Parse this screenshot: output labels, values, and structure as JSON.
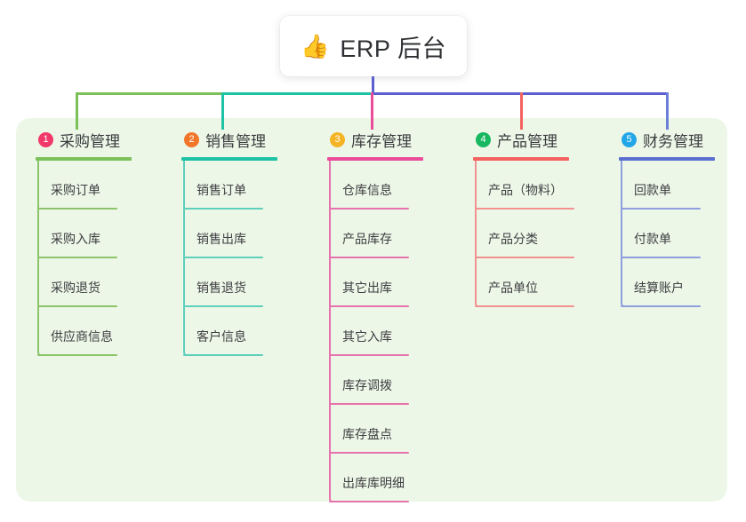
{
  "diagram": {
    "type": "mindmap",
    "root": {
      "icon": "thumbs-up-icon",
      "icon_glyph": "👍",
      "title": "ERP 后台"
    },
    "palette": {
      "panel_bg": "#edf7e8",
      "root_text": "#2f3033",
      "bus_green": "#7cc05a",
      "bus_teal": "#1ec2a4",
      "bus_indigo": "#5b5fd0"
    },
    "columns": [
      {
        "number": "1",
        "title": "采购管理",
        "badge_color": "#f0396a",
        "rule_color": "#7cc05a",
        "line_color": "#8cc46a",
        "items": [
          "采购订单",
          "采购入库",
          "采购退货",
          "供应商信息"
        ]
      },
      {
        "number": "2",
        "title": "销售管理",
        "badge_color": "#f2762a",
        "rule_color": "#1ec2a4",
        "line_color": "#5ecfbb",
        "items": [
          "销售订单",
          "销售出库",
          "销售退货",
          "客户信息"
        ]
      },
      {
        "number": "3",
        "title": "库存管理",
        "badge_color": "#f5b425",
        "rule_color": "#ea4c9a",
        "line_color": "#e673ad",
        "items": [
          "仓库信息",
          "产品库存",
          "其它出库",
          "其它入库",
          "库存调拨",
          "库存盘点",
          "出库库明细"
        ]
      },
      {
        "number": "4",
        "title": "产品管理",
        "badge_color": "#17b860",
        "rule_color": "#f4625f",
        "line_color": "#f29290",
        "items": [
          "产品（物料）",
          "产品分类",
          "产品单位"
        ]
      },
      {
        "number": "5",
        "title": "财务管理",
        "badge_color": "#22a6e8",
        "rule_color": "#5b6fd0",
        "line_color": "#8e9ede",
        "items": [
          "回款单",
          "付款单",
          "结算账户"
        ]
      }
    ]
  }
}
